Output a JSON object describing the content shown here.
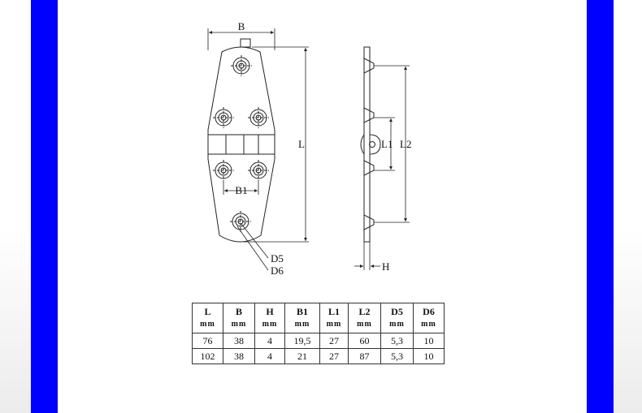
{
  "colors": {
    "side_bars": "#0000ff",
    "lines": "#222222",
    "background": "#ffffff"
  },
  "drawing": {
    "front_view": {
      "label_B": "B",
      "label_L": "L",
      "label_B1": "B1",
      "label_D5": "D5",
      "label_D6": "D6"
    },
    "side_view": {
      "label_L1": "L1",
      "label_L2": "L2",
      "label_H": "H"
    }
  },
  "table": {
    "columns": [
      {
        "symbol": "L",
        "unit": "mm"
      },
      {
        "symbol": "B",
        "unit": "mm"
      },
      {
        "symbol": "H",
        "unit": "mm"
      },
      {
        "symbol": "B1",
        "unit": "mm"
      },
      {
        "symbol": "L1",
        "unit": "mm"
      },
      {
        "symbol": "L2",
        "unit": "mm"
      },
      {
        "symbol": "D5",
        "unit": "mm"
      },
      {
        "symbol": "D6",
        "unit": "mm"
      }
    ],
    "rows": [
      [
        "76",
        "38",
        "4",
        "19,5",
        "27",
        "60",
        "5,3",
        "10"
      ],
      [
        "102",
        "38",
        "4",
        "21",
        "27",
        "87",
        "5,3",
        "10"
      ]
    ]
  }
}
